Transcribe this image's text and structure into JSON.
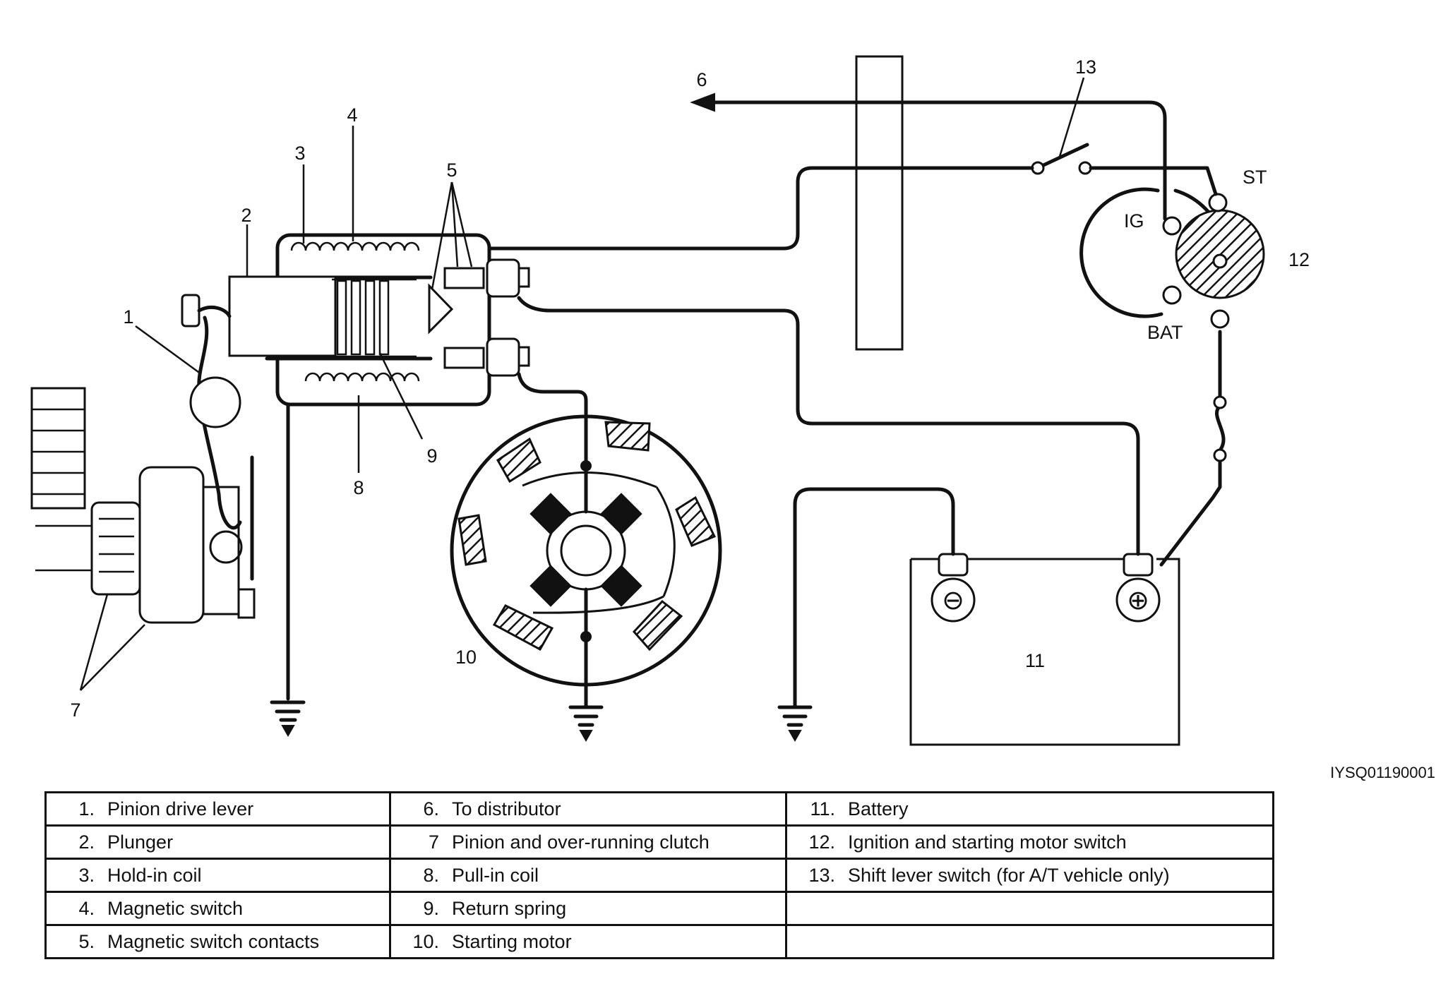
{
  "callouts": {
    "c1": "1",
    "c2": "2",
    "c3": "3",
    "c4": "4",
    "c5": "5",
    "c6": "6",
    "c7": "7",
    "c8": "8",
    "c9": "9",
    "c10": "10",
    "c11": "11",
    "c12": "12",
    "c13": "13"
  },
  "terminals": {
    "st": "ST",
    "ig": "IG",
    "bat": "BAT"
  },
  "battery_signs": {
    "negative": "⊖",
    "positive": "⊕"
  },
  "figure_code": "IYSQ01190001",
  "legend": {
    "rows": [
      [
        {
          "num": "1.",
          "text": "Pinion drive lever"
        },
        {
          "num": "6.",
          "text": "To distributor"
        },
        {
          "num": "11.",
          "text": "Battery"
        }
      ],
      [
        {
          "num": "2.",
          "text": "Plunger"
        },
        {
          "num": "7",
          "text": "Pinion and over-running clutch"
        },
        {
          "num": "12.",
          "text": "Ignition and starting motor switch"
        }
      ],
      [
        {
          "num": "3.",
          "text": "Hold-in coil"
        },
        {
          "num": "8.",
          "text": "Pull-in coil"
        },
        {
          "num": "13.",
          "text": "Shift lever switch (for A/T vehicle only)"
        }
      ],
      [
        {
          "num": "4.",
          "text": "Magnetic switch"
        },
        {
          "num": "9.",
          "text": "Return spring"
        },
        {
          "num": "",
          "text": ""
        }
      ],
      [
        {
          "num": "5.",
          "text": "Magnetic switch contacts"
        },
        {
          "num": "10.",
          "text": "Starting motor"
        },
        {
          "num": "",
          "text": ""
        }
      ]
    ]
  }
}
